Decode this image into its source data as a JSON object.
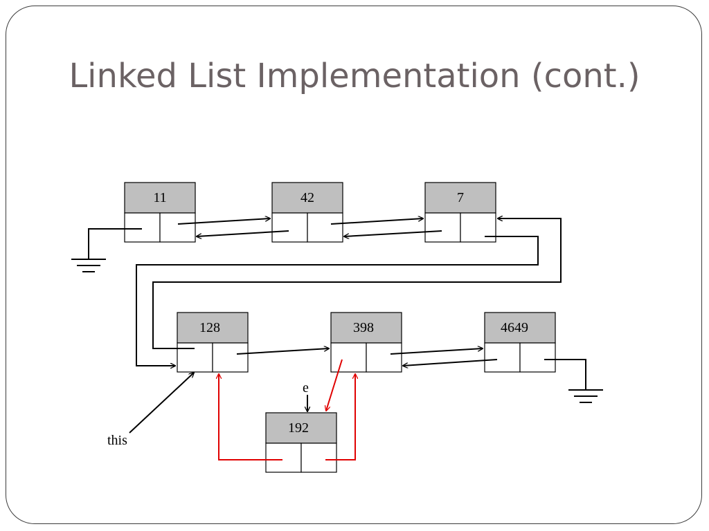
{
  "title": "Linked List Implementation (cont.)",
  "nodes": {
    "n11": "11",
    "n42": "42",
    "n7": "7",
    "n128": "128",
    "n398": "398",
    "n4649": "4649",
    "n192": "192"
  },
  "labels": {
    "this": "this",
    "e": "e"
  },
  "colors": {
    "node_header": "#bfbfbf",
    "new_links": "#e00000",
    "title_text": "#6b6264"
  }
}
